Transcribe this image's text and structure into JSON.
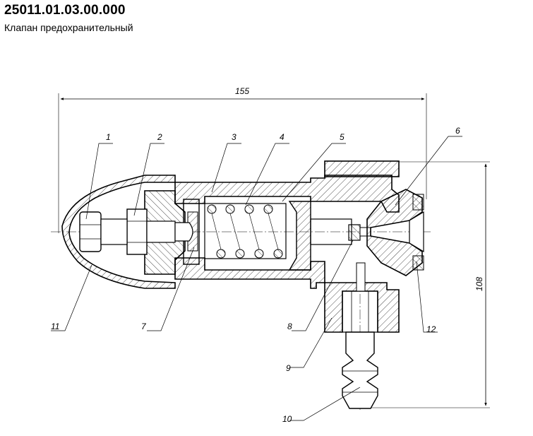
{
  "header": {
    "code": "25011.01.03.00.000",
    "name": "Клапан предохранительный"
  },
  "dimensions": {
    "width": "155",
    "height": "108"
  },
  "callouts": [
    "1",
    "2",
    "3",
    "4",
    "5",
    "6",
    "7",
    "8",
    "9",
    "10",
    "11",
    "12"
  ]
}
